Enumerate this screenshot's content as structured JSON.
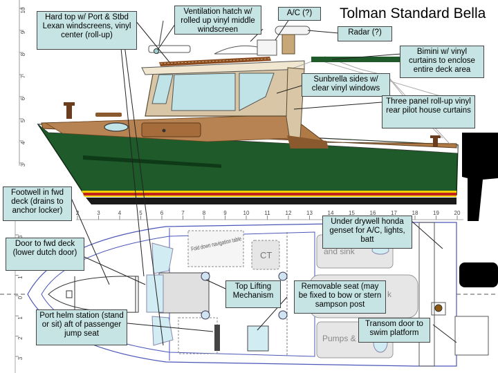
{
  "title": "Tolman Standard Bella",
  "callouts": {
    "hardtop": "Hard top w/ Port & Stbd Lexan windscreens, vinyl center (roll-up)",
    "vent": "Ventilation hatch w/ rolled up vinyl middle windscreen",
    "ac": "A/C (?)",
    "radar": "Radar (?)",
    "bimini": "Bimini w/ vinyl curtains to enclose entire deck area",
    "sunbrella": "Sunbrella sides w/ clear vinyl windows",
    "three_panel": "Three panel roll-up vinyl rear pilot house curtains",
    "footwell": "Footwell in fwd deck (drains to anchor locker)",
    "door_fwd": "Door to fwd deck (lower dutch door)",
    "drywell": "Under drywell honda genset for A/C, lights, batt",
    "top_lifting": "Top Lifting Mechanism",
    "removable_seat": "Removable seat (may be fixed to bow or stern sampson post",
    "port_helm": "Port helm station (stand or sit) aft of passenger jump seat",
    "transom": "Transom door to swim platform"
  },
  "plan_labels": {
    "fold_down": "Fold down navigation table",
    "ct": "CT",
    "sink": "and sink",
    "pumps": "Pumps & live well",
    "k": "k"
  },
  "ruler_ticks": [
    "2",
    "3",
    "4",
    "5",
    "6",
    "7",
    "8",
    "9",
    "10",
    "11",
    "12",
    "13",
    "14",
    "15",
    "16",
    "17",
    "18",
    "19",
    "20"
  ],
  "profile_ruler_ticks": [
    "3",
    "4",
    "5",
    "6",
    "7",
    "8",
    "9",
    "10"
  ],
  "plan_ruler_ticks": [
    "3",
    "2",
    "1",
    "0",
    "1",
    "2",
    "3"
  ],
  "colors": {
    "hull_green": "#1f5a2a",
    "deck_wood": "#b07a47",
    "cabin_tan": "#d8c6a6",
    "glass": "#bfe3e6",
    "callout_bg": "#c6e4e4",
    "bimini_bar": "#1f5a2a",
    "stripe_yellow": "#f2d000",
    "stripe_red": "#c0241c"
  }
}
